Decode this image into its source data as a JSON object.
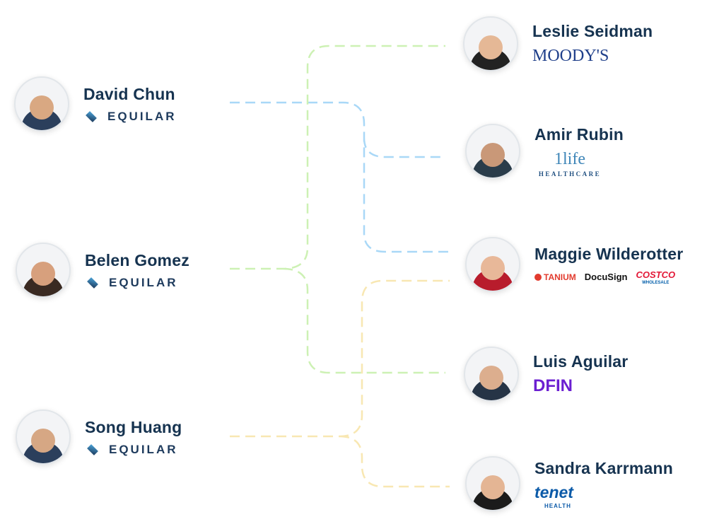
{
  "colors": {
    "blue": "#a9d8f7",
    "green": "#cdf1b4",
    "yellow": "#f8e7b2",
    "text": "#163350"
  },
  "left": [
    {
      "name": "David Chun",
      "company": "EQUILAR"
    },
    {
      "name": "Belen Gomez",
      "company": "EQUILAR"
    },
    {
      "name": "Song Huang",
      "company": "EQUILAR"
    }
  ],
  "right": [
    {
      "name": "Leslie Seidman",
      "logos": [
        "MOODY'S"
      ]
    },
    {
      "name": "Amir Rubin",
      "logos": [
        "1life",
        "HEALTHCARE"
      ]
    },
    {
      "name": "Maggie Wilderotter",
      "logos": [
        "TANIUM",
        "DocuSign",
        "COSTCO",
        "WHOLESALE"
      ]
    },
    {
      "name": "Luis Aguilar",
      "logos": [
        "DFIN"
      ]
    },
    {
      "name": "Sandra Karrmann",
      "logos": [
        "tenet",
        "HEALTH"
      ]
    }
  ]
}
